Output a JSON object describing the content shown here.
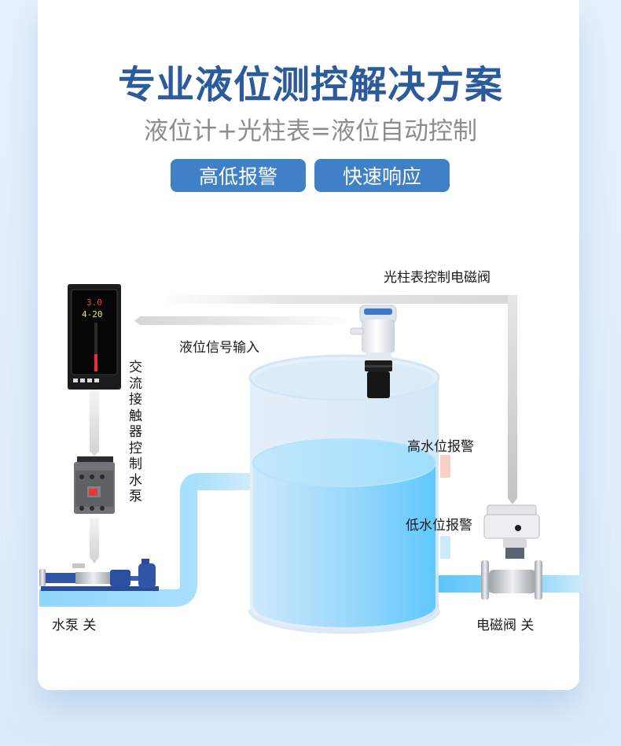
{
  "header": {
    "title": "专业液位测控解决方案",
    "subtitle": "液位计+光柱表=液位自动控制",
    "badges": [
      {
        "label": "高低报警"
      },
      {
        "label": "快速响应"
      }
    ]
  },
  "diagram": {
    "labels": {
      "valve_control": "光柱表控制电磁阀",
      "signal_input": "液位信号输入",
      "contactor_control": "交流接触器控制水泵",
      "high_alarm": "高水位报警",
      "low_alarm": "低水位报警",
      "pump_status": "水泵 关",
      "valve_status": "电磁阀 关"
    },
    "display_meter": {
      "top_reading": "3.0",
      "bottom_reading": "4-20"
    },
    "colors": {
      "title": "#2c5b9c",
      "badge": "#3f80c6",
      "water": "#6ccdfc",
      "pipe": "#9ddcfb",
      "high_alarm_indicator": "#fbd0c8",
      "low_alarm_indicator": "#cdeafb",
      "signal_line": "#d9d9d9"
    }
  }
}
